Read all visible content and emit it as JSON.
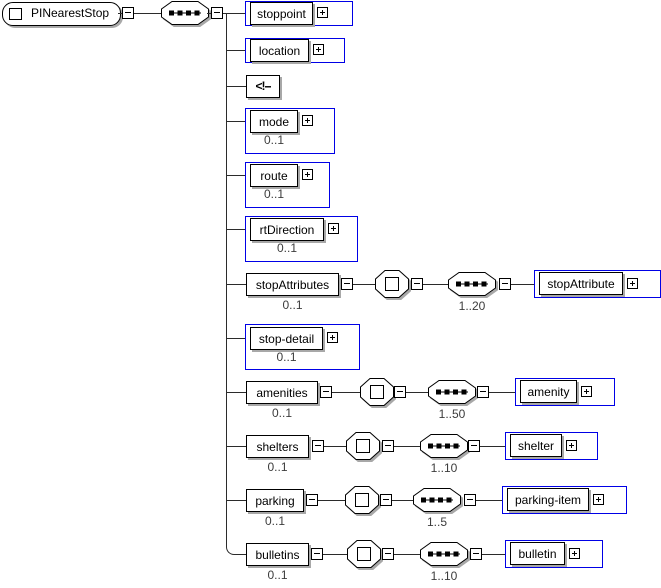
{
  "diagram": {
    "root": {
      "label": "PINearestStop"
    },
    "comment": {
      "glyph": "<!--"
    },
    "colors": {
      "container_border": "#0000e6",
      "node_border": "#000000",
      "shadow": "#a8a8a8"
    },
    "rows": [
      {
        "label": "stoppoint"
      },
      {
        "label": "location"
      },
      {
        "type": "comment"
      },
      {
        "label": "mode",
        "cardinality": "0..1"
      },
      {
        "label": "route",
        "cardinality": "0..1"
      },
      {
        "label": "rtDirection",
        "cardinality": "0..1"
      },
      {
        "label": "stopAttributes",
        "cardinality": "0..1",
        "child": {
          "label": "stopAttribute",
          "occurs": "1..20"
        }
      },
      {
        "label": "stop-detail",
        "cardinality": "0..1"
      },
      {
        "label": "amenities",
        "cardinality": "0..1",
        "child": {
          "label": "amenity",
          "occurs": "1..50"
        }
      },
      {
        "label": "shelters",
        "cardinality": "0..1",
        "child": {
          "label": "shelter",
          "occurs": "1..10"
        }
      },
      {
        "label": "parking",
        "cardinality": "0..1",
        "child": {
          "label": "parking-item",
          "occurs": "1..5"
        }
      },
      {
        "label": "bulletins",
        "cardinality": "0..1",
        "child": {
          "label": "bulletin",
          "occurs": "1..10"
        }
      }
    ]
  }
}
